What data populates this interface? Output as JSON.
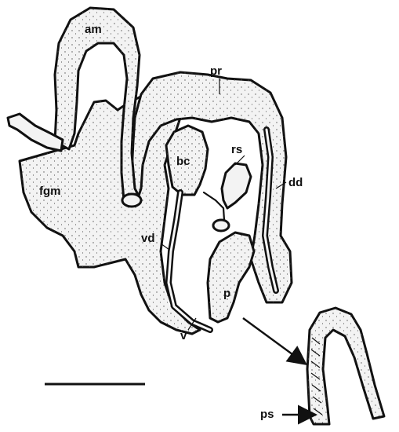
{
  "labels": {
    "am": "am",
    "pr": "pr",
    "fgm": "fgm",
    "bc": "bc",
    "rs": "rs",
    "dd": "dd",
    "vd": "vd",
    "p": "p",
    "v": "v",
    "ps": "ps"
  },
  "colors": {
    "ink": "#111111",
    "tissue": "#f3f3f3",
    "background": "#ffffff"
  }
}
